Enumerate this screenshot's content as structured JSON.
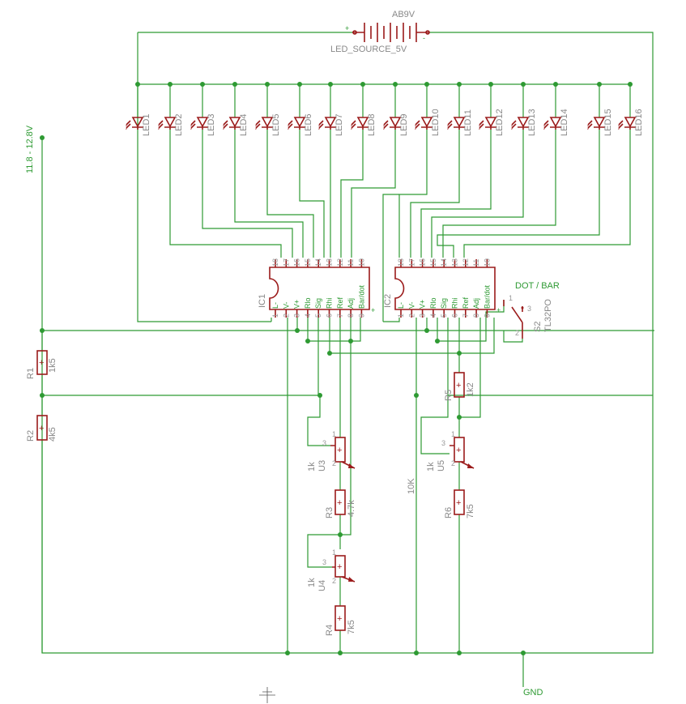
{
  "battery": {
    "name": "AB9V",
    "value": "LED_SOURCE_5V",
    "plus": "+",
    "minus": "-"
  },
  "supply_label": "11.8 - 12.8V",
  "gnd_label": "GND",
  "switch": {
    "name": "S2",
    "value": "TL32PO",
    "label": "DOT / BAR",
    "pins": [
      "1",
      "3",
      "2"
    ]
  },
  "leds": [
    "LED1",
    "LED2",
    "LED3",
    "LED4",
    "LED5",
    "LED6",
    "LED7",
    "LED8",
    "LED9",
    "LED10",
    "LED11",
    "LED12",
    "LED13",
    "LED14",
    "LED15",
    "LED16"
  ],
  "ics": [
    {
      "name": "IC1",
      "plus": "+",
      "top_pins": [
        "18",
        "17",
        "16",
        "15",
        "14",
        "13",
        "12",
        "11",
        "10"
      ],
      "bottom_pins": [
        "1",
        "2",
        "3",
        "4",
        "5",
        "6",
        "7",
        "8",
        "9"
      ],
      "bottom_labels": [
        "L-",
        "V-",
        "V+",
        "Rlo",
        "Sig",
        "Rhi",
        "Ref",
        "Adj",
        "Bar/dot"
      ]
    },
    {
      "name": "IC2",
      "plus": "+",
      "top_pins": [
        "18",
        "17",
        "16",
        "15",
        "14",
        "13",
        "12",
        "11",
        "10"
      ],
      "bottom_pins": [
        "1",
        "2",
        "3",
        "4",
        "5",
        "6",
        "7",
        "8",
        "9"
      ],
      "bottom_labels": [
        "L-",
        "V-",
        "V+",
        "Rlo",
        "Sig",
        "Rhi",
        "Ref",
        "Adj",
        "Bar/dot"
      ]
    }
  ],
  "resistors": [
    {
      "name": "R1",
      "value": "1k5"
    },
    {
      "name": "R2",
      "value": "4k5"
    },
    {
      "name": "R3",
      "value": "4.7k"
    },
    {
      "name": "R4",
      "value": "7k5"
    },
    {
      "name": "R5",
      "value": "1k2"
    },
    {
      "name": "R6",
      "value": "7k5"
    }
  ],
  "pots": [
    {
      "name": "U3",
      "value": "1k",
      "pins": [
        "1",
        "2",
        "3"
      ]
    },
    {
      "name": "U4",
      "value": "1k",
      "pins": [
        "1",
        "2",
        "3"
      ]
    },
    {
      "name": "U5",
      "value": "1k",
      "pins": [
        "1",
        "2",
        "3"
      ]
    }
  ],
  "extra_value": "10K",
  "colors": {
    "wire": "#2e9a33",
    "component": "#9b1b1b",
    "text": "#888888"
  }
}
